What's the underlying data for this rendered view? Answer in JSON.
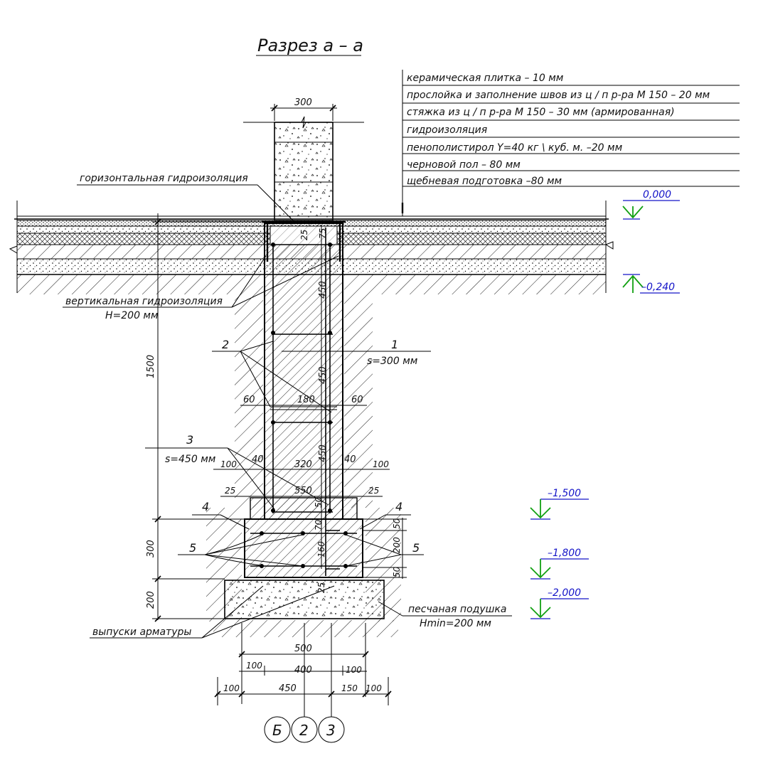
{
  "title": "Разрез а – а",
  "layers": [
    "керамическая плитка  – 10 мм",
    "прослойка и заполнение швов из ц / п р-ра М 150 – 20 мм",
    "стяжка из ц / п р-ра М 150 – 30 мм (армированная)",
    "гидроизоляция",
    "пенополистирол  Y=40 кг \\ куб. м.  –20 мм",
    "черновой пол  – 80 мм",
    "щебневая подготовка  –80 мм"
  ],
  "notes": {
    "horizontal_waterproofing": "горизонтальная гидроизоляция",
    "vertical_waterproofing": "вертикальная гидроизоляция",
    "vertical_height": "H=200 мм",
    "rebar_outlets": "выпуски арматуры",
    "sand_cushion": "песчаная подушка",
    "sand_height": "Hmin=200 мм"
  },
  "levels": [
    "0,000",
    "–0,240",
    "–1,500",
    "–1,800",
    "–2,000"
  ],
  "callouts": [
    {
      "num": "1",
      "sub": "s=300 мм"
    },
    {
      "num": "2",
      "sub": ""
    },
    {
      "num": "3",
      "sub": "s=450 мм"
    },
    {
      "num": "4",
      "sub": ""
    },
    {
      "num": "4",
      "sub": ""
    },
    {
      "num": "5",
      "sub": ""
    },
    {
      "num": "5",
      "sub": ""
    }
  ],
  "dims": {
    "wall": "300",
    "top25": "25",
    "top75": "75",
    "v450a": "450",
    "v450b": "450",
    "v450c": "450",
    "v1500": "1500",
    "d60l": "60",
    "d180": "180",
    "d60r": "60",
    "d40l": "40",
    "d320": "320",
    "d40r": "40",
    "d100l": "100",
    "d100r": "100",
    "d25l": "25",
    "d550": "550",
    "d25r": "25",
    "d50a": "50",
    "d70": "70",
    "d160": "160",
    "d200": "200",
    "d50b": "50",
    "d50c": "50",
    "d300": "300",
    "d200b": "200",
    "d25b": "25",
    "d500": "500",
    "d100a": "100",
    "d400": "400",
    "d100b": "100",
    "b100l": "100",
    "b450": "450",
    "b150": "150",
    "b100r": "100"
  },
  "axes": [
    "Б",
    "2",
    "3"
  ]
}
